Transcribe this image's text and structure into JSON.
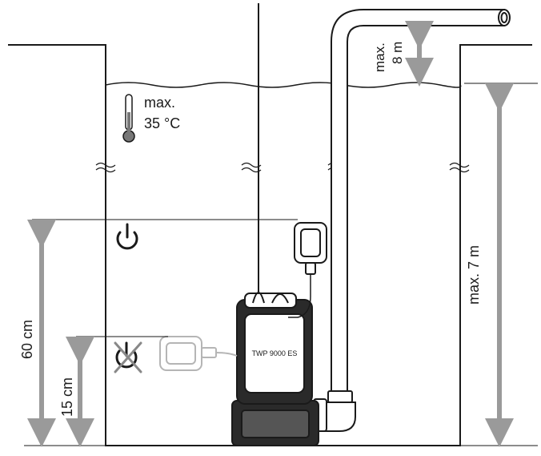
{
  "labels": {
    "max_temp_word": "max.",
    "max_temp_value": "35 °C",
    "max_head_word": "max.",
    "max_head_value": "8 m",
    "max_depth": "max. 7 m",
    "switch_on_height": "60 cm",
    "switch_off_height": "15 cm",
    "pump_model": "TWP 9000 ES"
  },
  "icons": {
    "temperature": "thermometer-icon",
    "power_on": "power-on-icon",
    "power_off": "power-off-crossed-icon"
  },
  "colors": {
    "outline": "#1a1a1a",
    "arrow": "#9a9a9a",
    "pump_dark": "#2a2a2a",
    "faded_float": "#b5b5b5"
  }
}
